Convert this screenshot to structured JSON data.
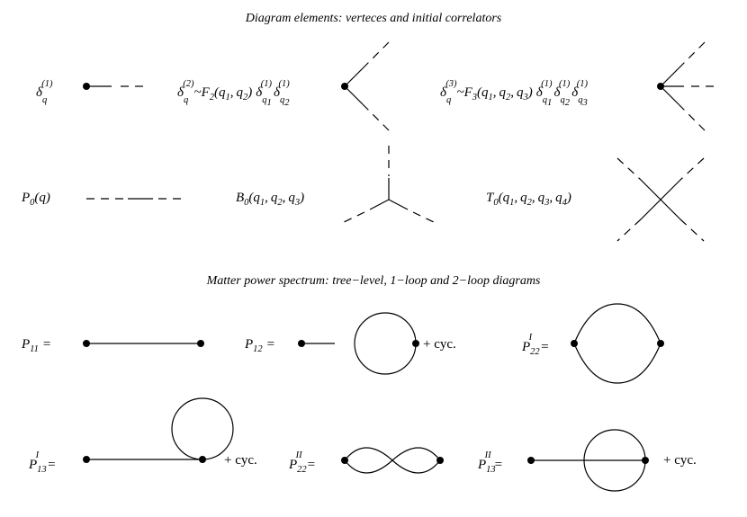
{
  "headings": {
    "elements": "Diagram elements: verteces and initial correlators",
    "spectrum": "Matter power spectrum: tree−level, 1−loop and 2−loop diagrams"
  },
  "symbols": {
    "delta": "δ",
    "sim": "~",
    "F": "F",
    "P": "P",
    "B": "B",
    "T": "T",
    "q": "q",
    "equals": "=",
    "comma": ",",
    "open": "(",
    "close": ")"
  },
  "indices": {
    "one": "1",
    "two": "2",
    "three": "3",
    "four": "4",
    "zero": "0",
    "order1": "(1)",
    "order2": "(2)",
    "order3": "(3)",
    "P11": "11",
    "P12": "12",
    "P22": "22",
    "P13": "13",
    "supI": "I",
    "supII": "II"
  },
  "cyc": "+ cyc."
}
